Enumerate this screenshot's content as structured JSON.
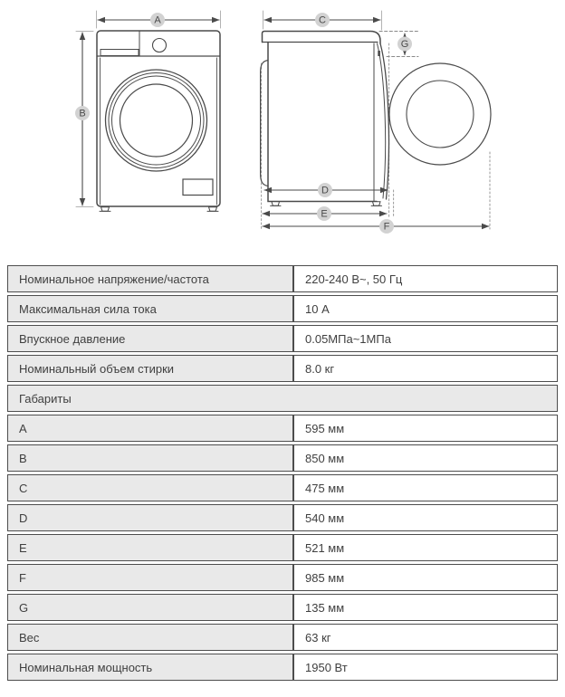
{
  "diagram": {
    "dimension_labels": {
      "a": "A",
      "b": "B",
      "c": "C",
      "d": "D",
      "e": "E",
      "f": "F",
      "g": "G"
    }
  },
  "table": {
    "rows": [
      {
        "label": "Номинальное напряжение/частота",
        "value": "220-240 В~, 50 Гц"
      },
      {
        "label": "Максимальная сила тока",
        "value": "10 А"
      },
      {
        "label": "Впускное давление",
        "value": "0.05МПа~1МПа"
      },
      {
        "label": "Номинальный объем стирки",
        "value": "8.0 кг"
      },
      {
        "label": "Габариты",
        "value": "",
        "section": true
      },
      {
        "label": "A",
        "value": "595 мм"
      },
      {
        "label": "B",
        "value": "850 мм"
      },
      {
        "label": "C",
        "value": "475 мм"
      },
      {
        "label": "D",
        "value": "540 мм"
      },
      {
        "label": "E",
        "value": "521 мм"
      },
      {
        "label": "F",
        "value": "985 мм"
      },
      {
        "label": "G",
        "value": "135 мм"
      },
      {
        "label": "Вес",
        "value": "63 кг"
      },
      {
        "label": "Номинальная мощность",
        "value": "1950 Вт"
      }
    ]
  },
  "colors": {
    "line": "#4a4a4a",
    "label_circle_fill": "#d2d2d2",
    "table_cell_bg": "#e9e9e9",
    "table_border": "#4d4d4d",
    "text": "#3f3f3f"
  }
}
